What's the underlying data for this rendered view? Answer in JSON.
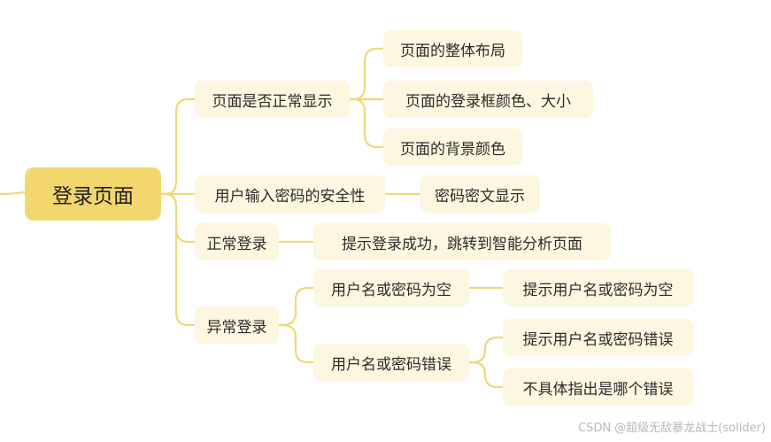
{
  "mindmap": {
    "root": "登录页面",
    "branches": [
      {
        "label": "页面是否正常显示",
        "children": [
          {
            "label": "页面的整体布局"
          },
          {
            "label": "页面的登录框颜色、大小"
          },
          {
            "label": "页面的背景颜色"
          }
        ]
      },
      {
        "label": "用户输入密码的安全性",
        "children": [
          {
            "label": "密码密文显示"
          }
        ]
      },
      {
        "label": "正常登录",
        "children": [
          {
            "label": "提示登录成功，跳转到智能分析页面"
          }
        ]
      },
      {
        "label": "异常登录",
        "children": [
          {
            "label": "用户名或密码为空",
            "children": [
              {
                "label": "提示用户名或密码为空"
              }
            ]
          },
          {
            "label": "用户名或密码错误",
            "children": [
              {
                "label": "提示用户名或密码错误"
              },
              {
                "label": "不具体指出是哪个错误"
              }
            ]
          }
        ]
      }
    ]
  },
  "watermark": "CSDN @超级无敌暴龙战士(solider)",
  "colors": {
    "connector": "#f0d77a",
    "root_fill": "#f1d76e",
    "node_fill": "#fdf6e0"
  }
}
